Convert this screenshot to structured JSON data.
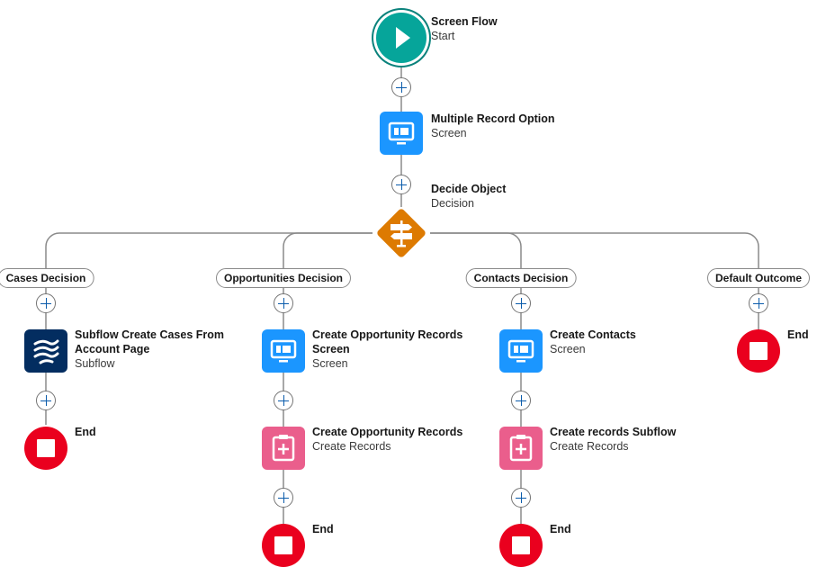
{
  "colors": {
    "start": "#06a59a",
    "screen": "#1b96ff",
    "subflow": "#032d60",
    "create_records": "#ea5e8c",
    "decision": "#dd7a01",
    "end": "#ea001e",
    "connector": "#8a8a8a",
    "add_button": "#0b5cab"
  },
  "start": {
    "title": "Screen Flow",
    "subtitle": "Start",
    "icon": "play-icon"
  },
  "screen1": {
    "title": "Multiple Record Option",
    "subtitle": "Screen",
    "icon": "screen-icon"
  },
  "decision": {
    "title": "Decide Object",
    "subtitle": "Decision",
    "icon": "signpost-icon"
  },
  "outcomes": [
    {
      "label": "Cases Decision"
    },
    {
      "label": "Opportunities Decision"
    },
    {
      "label": "Contacts Decision"
    },
    {
      "label": "Default Outcome"
    }
  ],
  "cases": {
    "subflow": {
      "title_line1": "Subflow Create Cases From",
      "title_line2": "Account Page",
      "subtitle": "Subflow",
      "icon": "subflow-icon"
    },
    "end": {
      "title": "End"
    }
  },
  "opportunities": {
    "screen": {
      "title_line1": "Create Opportunity Records",
      "title_line2": "Screen",
      "subtitle": "Screen",
      "icon": "screen-icon"
    },
    "create": {
      "title": "Create Opportunity Records",
      "subtitle": "Create Records",
      "icon": "create-records-icon"
    },
    "end": {
      "title": "End"
    }
  },
  "contacts": {
    "screen": {
      "title": "Create Contacts",
      "subtitle": "Screen",
      "icon": "screen-icon"
    },
    "create": {
      "title": "Create records Subflow",
      "subtitle": "Create Records",
      "icon": "create-records-icon"
    },
    "end": {
      "title": "End"
    }
  },
  "default": {
    "end": {
      "title": "End"
    }
  }
}
